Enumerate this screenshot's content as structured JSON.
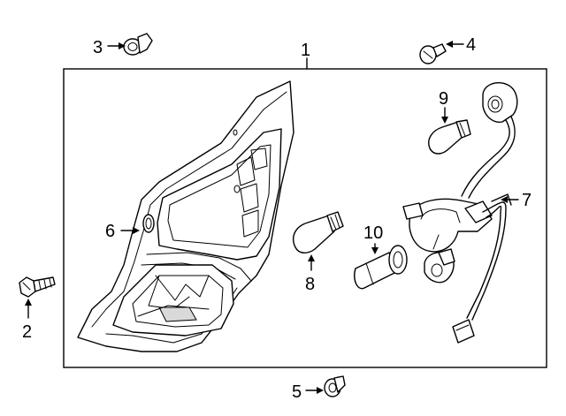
{
  "diagram": {
    "callouts": [
      {
        "id": "1",
        "text": "1",
        "part": "tail-lamp-assembly"
      },
      {
        "id": "2",
        "text": "2",
        "part": "screw"
      },
      {
        "id": "3",
        "text": "3",
        "part": "nut"
      },
      {
        "id": "4",
        "text": "4",
        "part": "screw"
      },
      {
        "id": "5",
        "text": "5",
        "part": "nut"
      },
      {
        "id": "6",
        "text": "6",
        "part": "reflector"
      },
      {
        "id": "7",
        "text": "7",
        "part": "socket-harness"
      },
      {
        "id": "8",
        "text": "8",
        "part": "bulb"
      },
      {
        "id": "9",
        "text": "9",
        "part": "bulb"
      },
      {
        "id": "10",
        "text": "10",
        "part": "bulb"
      }
    ]
  }
}
